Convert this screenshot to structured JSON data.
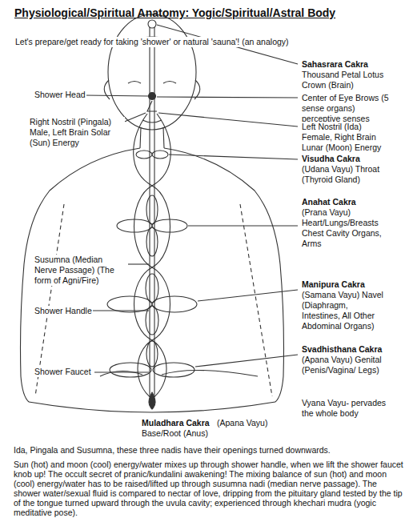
{
  "diagram": {
    "title": "Physiological/Spiritual Anatomy: Yogic/Spiritual/Astral Body",
    "labels": [
      "Let's prepare/get ready for taking 'shower' or natural 'sauna'! (an analogy)",
      "Sahasrara Cakra",
      "Thousand Petal Lotus Crown (Brain)",
      "Shower Head",
      "Center of Eye Brows (5 sense organs) perceptive senses",
      "Right Nostril (Pingala) Male, Left Brain Solar (Sun) Energy",
      "Left Nostril (Ida) Female, Right Brain Lunar (Moon) Energy",
      "Visudha Cakra",
      "(Udana Vayu) Throat (Thyroid Gland)",
      "Anahat Cakra",
      "(Prana Vayu) Heart/Lungs/Breasts Chest Cavity Organs, Arms",
      "Susumna (Median Nerve Passage) (The form of Agni/Fire)",
      "Shower Handle",
      "Manipura Cakra",
      "(Samana Vayu) Navel (Diaphragm, Intestines, All Other Abdominal Organs)",
      "Svadhisthana Cakra",
      "(Apana Vayu) Genital (Penis/Vagina/ Legs)",
      "Vyana Vayu- pervades the whole body",
      "Shower Faucet",
      "Muladhara Cakra",
      "(Apana Vayu)",
      "Base/Root (Anus)",
      "Ida, Pingala and Susumna, these three nadis have their openings turned downwards.",
      "Sun (hot) and moon (cool) energy/water mixes up through shower handle, when we lift the shower faucet knob up! The occult secret of pranic/kundalini awakening! The mixing balance of sun (hot) and moon (cool) energy/water has to be raised/lifted up through susumna nadi (median nerve passage). The shower water/sexual fluid is compared to nectar of love, dripping from the pituitary gland tested by the tip of the tongue turned upward through the uvula cavity; experienced through khechari mudra (yogic meditative pose)."
    ]
  }
}
